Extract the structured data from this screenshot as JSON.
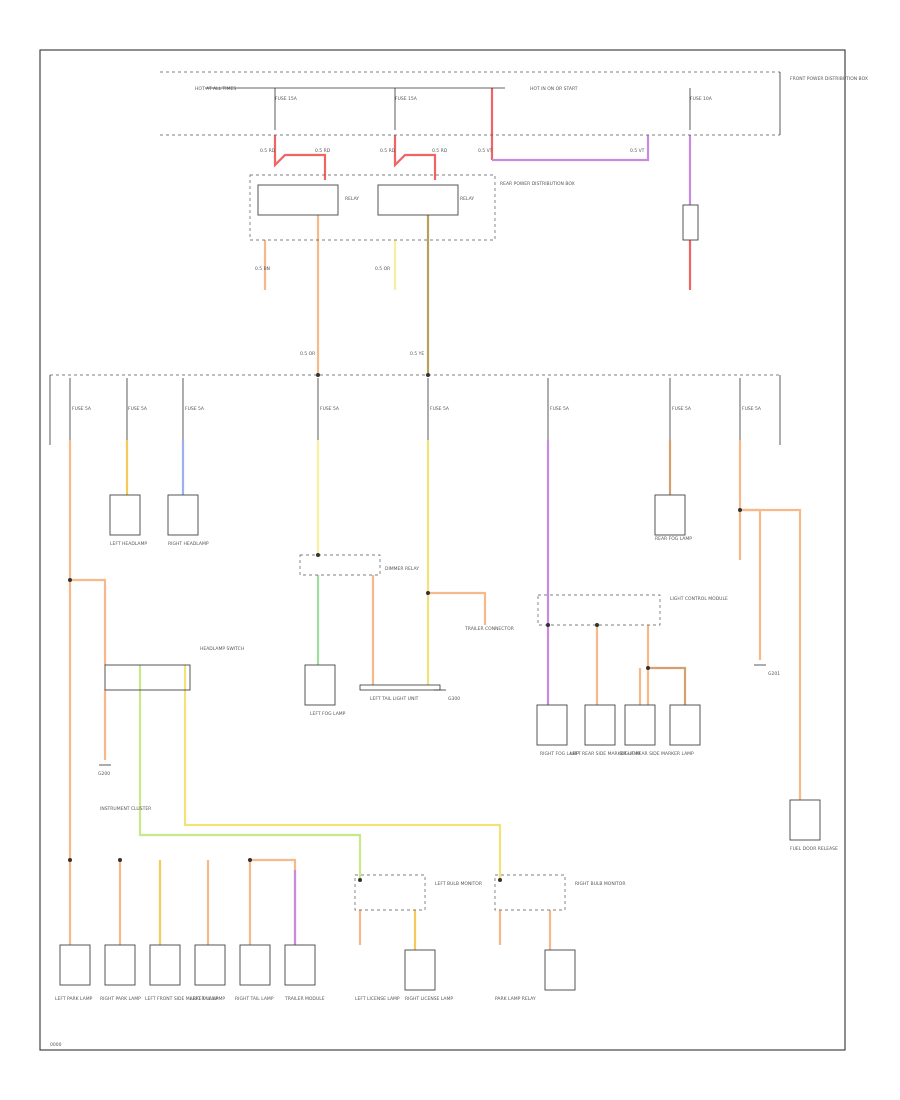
{
  "diagram": {
    "colors": {
      "red": "#f06464",
      "pink": "#f4a3a3",
      "violet": "#c98be0",
      "orange": "#f7b98a",
      "olive": "#b8a05a",
      "yellow": "#f2e27a",
      "lightyellow": "#f6f0a0",
      "blue": "#9db0f0",
      "green": "#9fe09f",
      "lightgreen": "#c8e88a",
      "gold": "#f5c95a",
      "tan": "#d4a070",
      "frame": "#333333"
    },
    "page_label": "0000",
    "labels": {
      "top_fuse_boxes": [
        "HOT AT ALL TIMES",
        "FUSE 15A",
        "FUSE 15A",
        "HOT IN ON OR START",
        "FUSE 10A"
      ],
      "top_right_box": "FRONT POWER DISTRIBUTION BOX",
      "relay_box": "REAR POWER DISTRIBUTION BOX",
      "relays": [
        "RELAY",
        "RELAY"
      ],
      "top_wire_codes": [
        "0.5 RD",
        "0.5 RD",
        "0.5 RD",
        "0.5 RD",
        "0.5 VT",
        "0.5 VT"
      ],
      "mid_wire_codes": [
        "0.5 OR",
        "0.5 YE",
        "0.5 BN",
        "0.5 OR"
      ],
      "lower_fuses": [
        "FUSE 5A",
        "FUSE 5A",
        "FUSE 5A",
        "FUSE 5A",
        "FUSE 5A",
        "FUSE 5A",
        "FUSE 5A",
        "FUSE 5A"
      ],
      "grounds": [
        "G200",
        "G201",
        "G300"
      ],
      "components": [
        "LEFT PARK LAMP",
        "RIGHT PARK LAMP",
        "LEFT FRONT SIDE MARKER LAMP",
        "LEFT TAIL LAMP",
        "RIGHT TAIL LAMP",
        "TRAILER CONNECTOR",
        "LEFT REAR SIDE MARKER LAMP",
        "RIGHT REAR SIDE MARKER LAMP",
        "LEFT LICENSE LAMP",
        "RIGHT LICENSE LAMP",
        "REAR FOG LAMP",
        "HEADLAMP SWITCH",
        "LEFT TAIL LIGHT UNIT",
        "INSTRUMENT CLUSTER",
        "FUEL DOOR RELEASE",
        "LEFT HEADLAMP",
        "RIGHT HEADLAMP",
        "LEFT FOG LAMP",
        "RIGHT FOG LAMP",
        "DIMMER RELAY",
        "LEFT BULB MONITOR",
        "RIGHT BULB MONITOR",
        "TRAILER MODULE",
        "PARK LAMP RELAY",
        "LIGHT CONTROL MODULE"
      ]
    }
  }
}
